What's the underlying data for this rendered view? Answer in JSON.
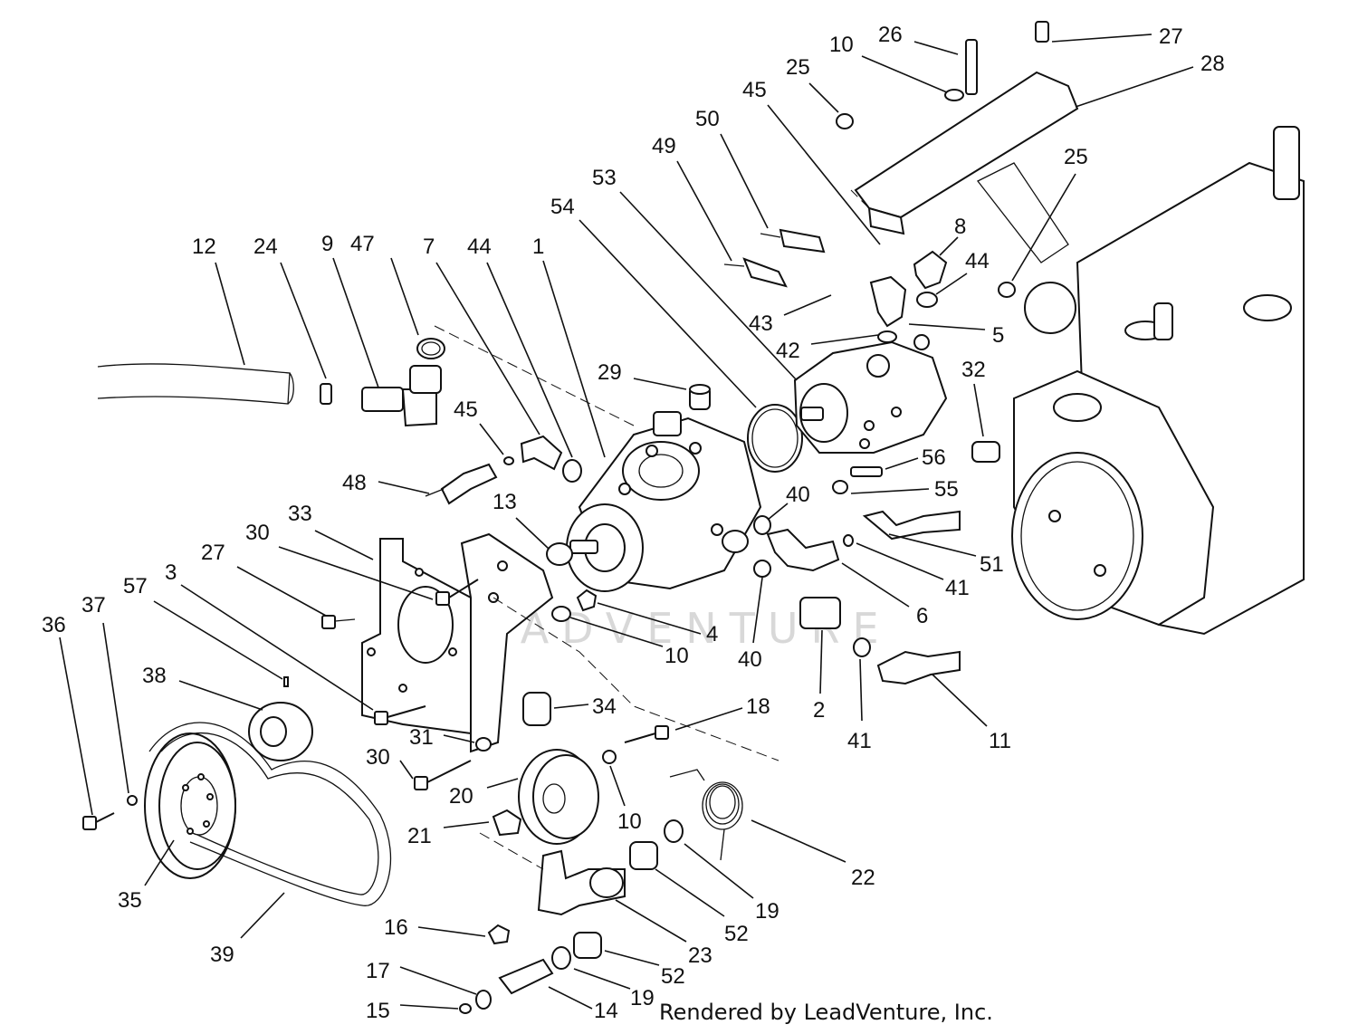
{
  "watermark_text": "LEADVENTURE",
  "credit_text": "Rendered by LeadVenture, Inc.",
  "callouts": [
    {
      "id": "12",
      "text": "12"
    },
    {
      "id": "24",
      "text": "24"
    },
    {
      "id": "9",
      "text": "9"
    },
    {
      "id": "47",
      "text": "47"
    },
    {
      "id": "7",
      "text": "7"
    },
    {
      "id": "44a",
      "text": "44"
    },
    {
      "id": "1",
      "text": "1"
    },
    {
      "id": "54",
      "text": "54"
    },
    {
      "id": "53",
      "text": "53"
    },
    {
      "id": "49",
      "text": "49"
    },
    {
      "id": "50",
      "text": "50"
    },
    {
      "id": "45a",
      "text": "45"
    },
    {
      "id": "25a",
      "text": "25"
    },
    {
      "id": "10a",
      "text": "10"
    },
    {
      "id": "26",
      "text": "26"
    },
    {
      "id": "27a",
      "text": "27"
    },
    {
      "id": "28",
      "text": "28"
    },
    {
      "id": "25b",
      "text": "25"
    },
    {
      "id": "8",
      "text": "8"
    },
    {
      "id": "44b",
      "text": "44"
    },
    {
      "id": "43",
      "text": "43"
    },
    {
      "id": "42",
      "text": "42"
    },
    {
      "id": "5",
      "text": "5"
    },
    {
      "id": "32",
      "text": "32"
    },
    {
      "id": "29",
      "text": "29"
    },
    {
      "id": "45b",
      "text": "45"
    },
    {
      "id": "48",
      "text": "48"
    },
    {
      "id": "13",
      "text": "13"
    },
    {
      "id": "56",
      "text": "56"
    },
    {
      "id": "55",
      "text": "55"
    },
    {
      "id": "40a",
      "text": "40"
    },
    {
      "id": "51",
      "text": "51"
    },
    {
      "id": "41a",
      "text": "41"
    },
    {
      "id": "6",
      "text": "6"
    },
    {
      "id": "33",
      "text": "33"
    },
    {
      "id": "30a",
      "text": "30"
    },
    {
      "id": "27b",
      "text": "27"
    },
    {
      "id": "3",
      "text": "3"
    },
    {
      "id": "57",
      "text": "57"
    },
    {
      "id": "37",
      "text": "37"
    },
    {
      "id": "36",
      "text": "36"
    },
    {
      "id": "4",
      "text": "4"
    },
    {
      "id": "10b",
      "text": "10"
    },
    {
      "id": "40b",
      "text": "40"
    },
    {
      "id": "2",
      "text": "2"
    },
    {
      "id": "41b",
      "text": "41"
    },
    {
      "id": "11",
      "text": "11"
    },
    {
      "id": "38",
      "text": "38"
    },
    {
      "id": "34",
      "text": "34"
    },
    {
      "id": "18",
      "text": "18"
    },
    {
      "id": "31",
      "text": "31"
    },
    {
      "id": "30b",
      "text": "30"
    },
    {
      "id": "20",
      "text": "20"
    },
    {
      "id": "10c",
      "text": "10"
    },
    {
      "id": "21",
      "text": "21"
    },
    {
      "id": "22",
      "text": "22"
    },
    {
      "id": "35",
      "text": "35"
    },
    {
      "id": "19a",
      "text": "19"
    },
    {
      "id": "52a",
      "text": "52"
    },
    {
      "id": "23",
      "text": "23"
    },
    {
      "id": "16",
      "text": "16"
    },
    {
      "id": "39",
      "text": "39"
    },
    {
      "id": "52b",
      "text": "52"
    },
    {
      "id": "17",
      "text": "17"
    },
    {
      "id": "19b",
      "text": "19"
    },
    {
      "id": "15",
      "text": "15"
    },
    {
      "id": "14",
      "text": "14"
    }
  ]
}
